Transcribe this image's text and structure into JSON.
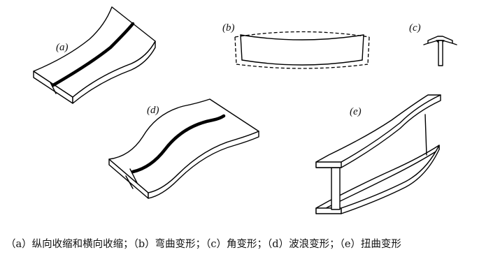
{
  "figure": {
    "panels": [
      {
        "id": "a",
        "label": "(a)"
      },
      {
        "id": "b",
        "label": "(b)"
      },
      {
        "id": "c",
        "label": "(c)"
      },
      {
        "id": "d",
        "label": "(d)"
      },
      {
        "id": "e",
        "label": "(e)"
      }
    ],
    "caption": "（a）纵向收缩和横向收缩；（b）弯曲变形；（c）角变形；（d）波浪变形；（e）扭曲变形"
  }
}
